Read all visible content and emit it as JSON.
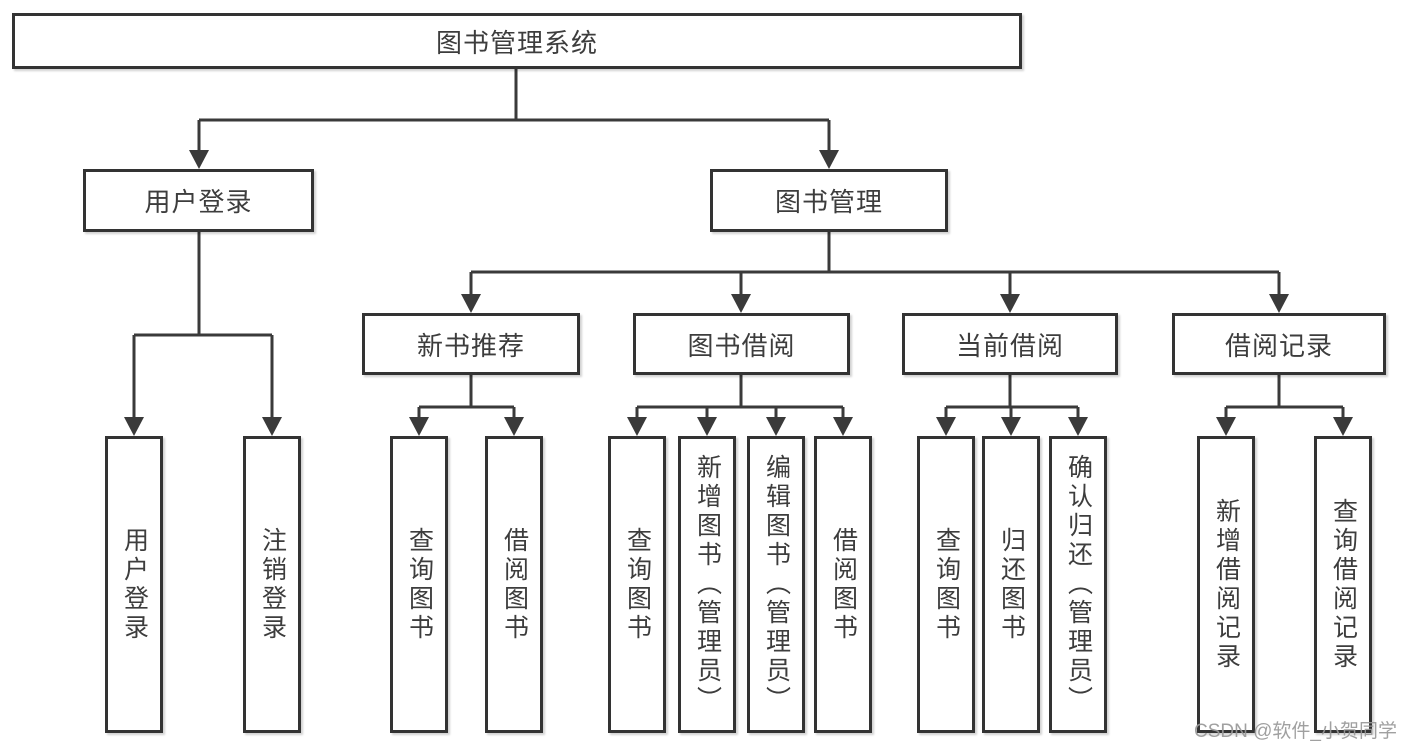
{
  "diagram": {
    "type": "hierarchy",
    "nodes": {
      "root": "图书管理系统",
      "user_login_group": "用户登录",
      "book_mgmt_group": "图书管理",
      "new_book_rec": "新书推荐",
      "book_borrow": "图书借阅",
      "current_borrow": "当前借阅",
      "borrow_records": "借阅记录",
      "ul_user_login": "用户登录",
      "ul_logout": "注销登录",
      "nb_query_books": "查询图书",
      "nb_borrow_books": "借阅图书",
      "bb_query_books": "查询图书",
      "bb_add_books": "新增图书（管理员）",
      "bb_edit_books": "编辑图书（管理员）",
      "bb_borrow_books": "借阅图书",
      "cb_query_books": "查询图书",
      "cb_return_books": "归还图书",
      "cb_confirm_return": "确认归还（管理员）",
      "br_add_record": "新增借阅记录",
      "br_query_record": "查询借阅记录"
    },
    "edges": [
      [
        "图书管理系统",
        "用户登录"
      ],
      [
        "图书管理系统",
        "图书管理"
      ],
      [
        "用户登录",
        "用户登录"
      ],
      [
        "用户登录",
        "注销登录"
      ],
      [
        "图书管理",
        "新书推荐"
      ],
      [
        "图书管理",
        "图书借阅"
      ],
      [
        "图书管理",
        "当前借阅"
      ],
      [
        "图书管理",
        "借阅记录"
      ],
      [
        "新书推荐",
        "查询图书"
      ],
      [
        "新书推荐",
        "借阅图书"
      ],
      [
        "图书借阅",
        "查询图书"
      ],
      [
        "图书借阅",
        "新增图书（管理员）"
      ],
      [
        "图书借阅",
        "编辑图书（管理员）"
      ],
      [
        "图书借阅",
        "借阅图书"
      ],
      [
        "当前借阅",
        "查询图书"
      ],
      [
        "当前借阅",
        "归还图书"
      ],
      [
        "当前借阅",
        "确认归还（管理员）"
      ],
      [
        "借阅记录",
        "新增借阅记录"
      ],
      [
        "借阅记录",
        "查询借阅记录"
      ]
    ]
  },
  "watermark": "CSDN @软件_小贺同学",
  "colors": {
    "background": "#ffffff",
    "box_fill": "#ffffff",
    "box_border": "#333333",
    "line": "#3a3a3a",
    "text": "#3d3d3d",
    "watermark": "#989898"
  }
}
